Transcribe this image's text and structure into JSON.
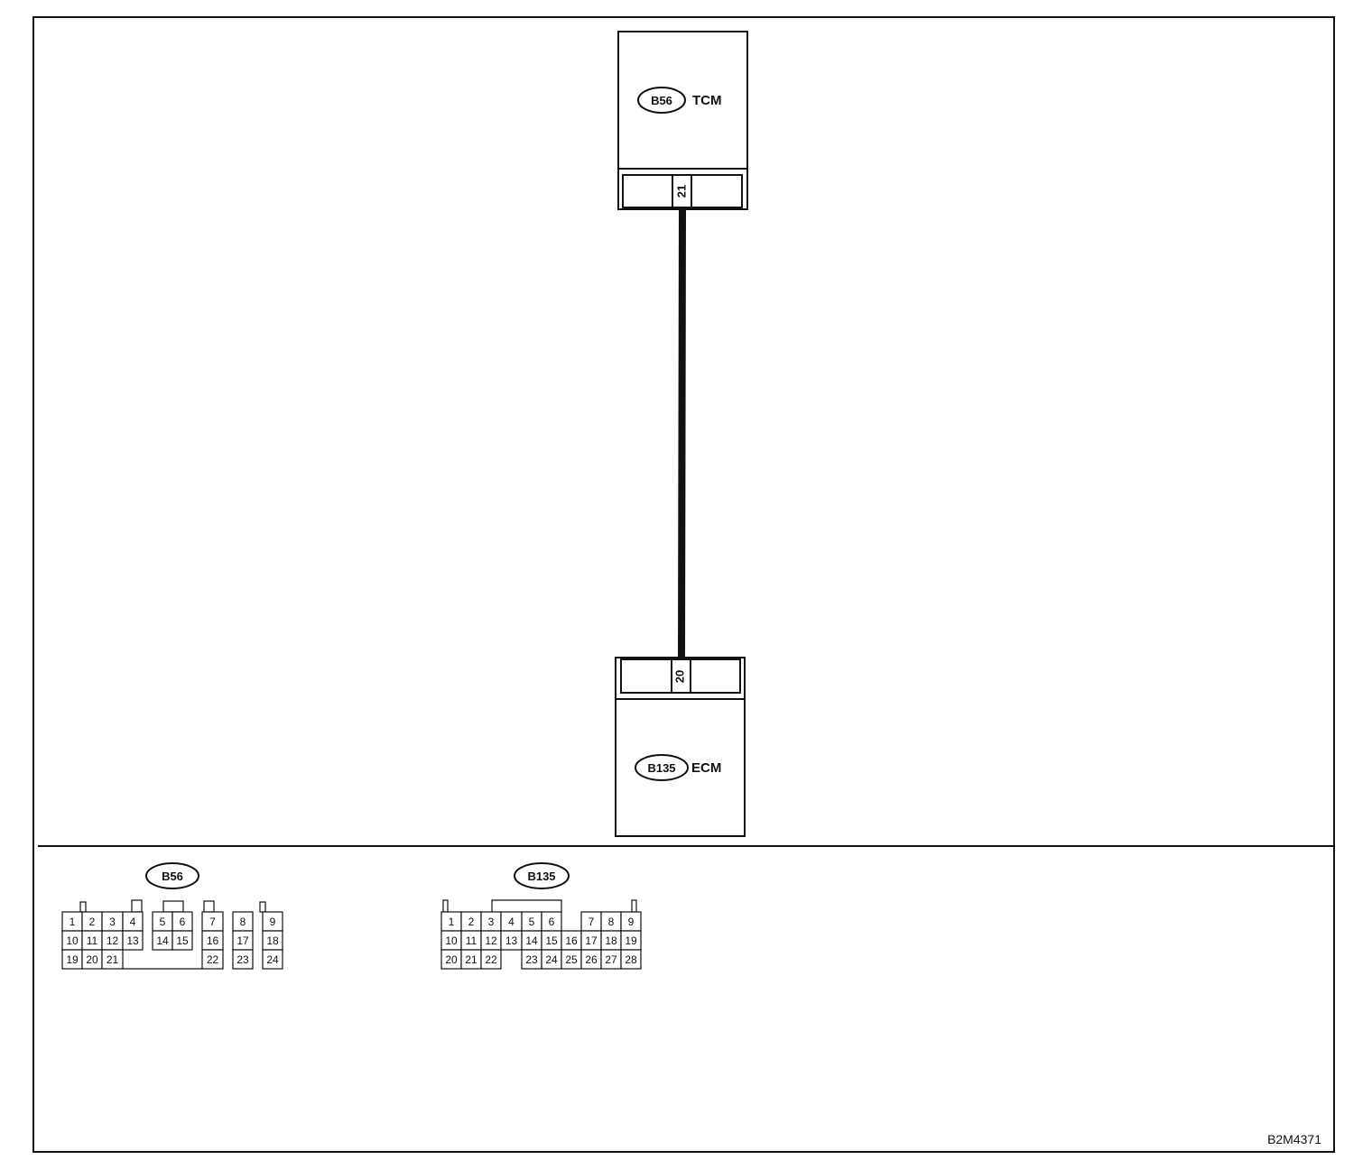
{
  "tcm": {
    "connector": "B56",
    "name": "TCM",
    "pin": "21"
  },
  "ecm": {
    "connector": "B135",
    "name": "ECM",
    "pin": "20"
  },
  "connector_views": [
    {
      "id": "B56",
      "label": "B56",
      "rows": [
        [
          "1",
          "2",
          "3",
          "4",
          "",
          "5",
          "6",
          "",
          "7",
          "",
          "8",
          "",
          "9"
        ],
        [
          "10",
          "11",
          "12",
          "13",
          "",
          "14",
          "15",
          "",
          "16",
          "",
          "17",
          "",
          "18"
        ],
        [
          "19",
          "20",
          "21",
          "",
          "",
          "",
          "",
          "",
          "22",
          "",
          "23",
          "",
          "24"
        ]
      ]
    },
    {
      "id": "B135",
      "label": "B135",
      "rows": [
        [
          "1",
          "2",
          "3",
          "4",
          "5",
          "6",
          "",
          "7",
          "8",
          "9"
        ],
        [
          "10",
          "11",
          "12",
          "13",
          "14",
          "15",
          "16",
          "17",
          "18",
          "19"
        ],
        [
          "20",
          "21",
          "22",
          "",
          "23",
          "24",
          "25",
          "26",
          "27",
          "28"
        ]
      ]
    }
  ],
  "figure_id": "B2M4371"
}
